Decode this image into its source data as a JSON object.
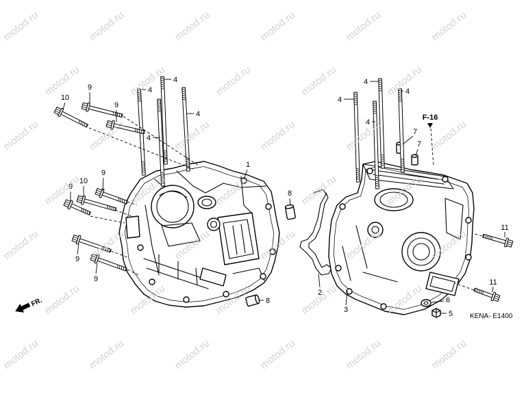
{
  "watermark": "motod.ru",
  "diagram": {
    "front_marker": "FR.",
    "reference_tag": "F-16",
    "figure_code": "KENA- E1400",
    "left_callouts": [
      "10",
      "9",
      "9",
      "4",
      "4",
      "4",
      "4",
      "1",
      "9",
      "9",
      "10",
      "8",
      "9",
      "9",
      "8"
    ],
    "right_callouts": [
      "4",
      "4",
      "4",
      "4",
      "7",
      "7",
      "11",
      "11",
      "2",
      "3",
      "6",
      "5"
    ]
  },
  "colors": {
    "line": "#000000",
    "background": "#ffffff",
    "watermark": "#c8c8c8"
  }
}
